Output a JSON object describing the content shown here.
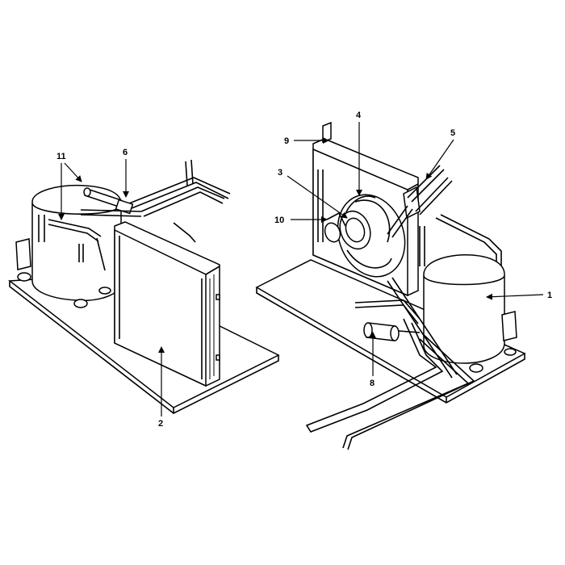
{
  "callouts": {
    "c1": "1",
    "c2": "2",
    "c3": "3",
    "c4": "4",
    "c5": "5",
    "c6": "6",
    "c8": "8",
    "c9": "9",
    "c10": "10",
    "c11": "11"
  }
}
